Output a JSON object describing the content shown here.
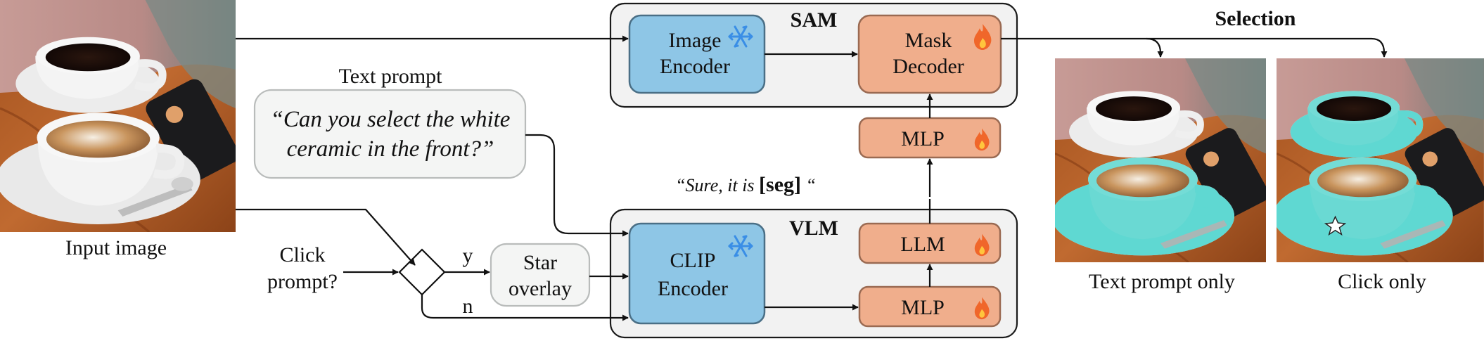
{
  "sam": {
    "title": "SAM",
    "image_encoder": [
      "Image",
      "Encoder"
    ],
    "mask_decoder": [
      "Mask",
      "Decoder"
    ],
    "mlp": "MLP"
  },
  "vlm": {
    "title": "VLM",
    "clip_encoder": [
      "CLIP",
      "Encoder"
    ],
    "llm": "LLM",
    "mlp": "MLP"
  },
  "text_prompt": {
    "label": "Text prompt",
    "lines": [
      "“Can you select the white",
      "ceramic in the front?”"
    ]
  },
  "response": {
    "prefix": "“Sure, it is ",
    "token": "[seg]",
    "suffix": " “"
  },
  "click_prompt": [
    "Click",
    "prompt?"
  ],
  "branch_yes": "y",
  "branch_no": "n",
  "star_overlay": [
    "Star",
    "overlay"
  ],
  "input_image_label": "Input image",
  "selection_title": "Selection",
  "outputs": [
    "Text prompt only",
    "Click only"
  ],
  "icons": {
    "frozen": "snowflake-icon",
    "trainable": "flame-icon",
    "click_marker": "star-icon"
  },
  "colors": {
    "encoder_fill": "#8ec6e6",
    "encoder_stroke": "#4a6f86",
    "trainable_fill": "#f0ae8c",
    "trainable_stroke": "#9a6a52",
    "group_fill": "#f2f2f2",
    "highlight": "#5fd8d2",
    "snowflake": "#3a8ee6",
    "flame": "#f0662a"
  }
}
